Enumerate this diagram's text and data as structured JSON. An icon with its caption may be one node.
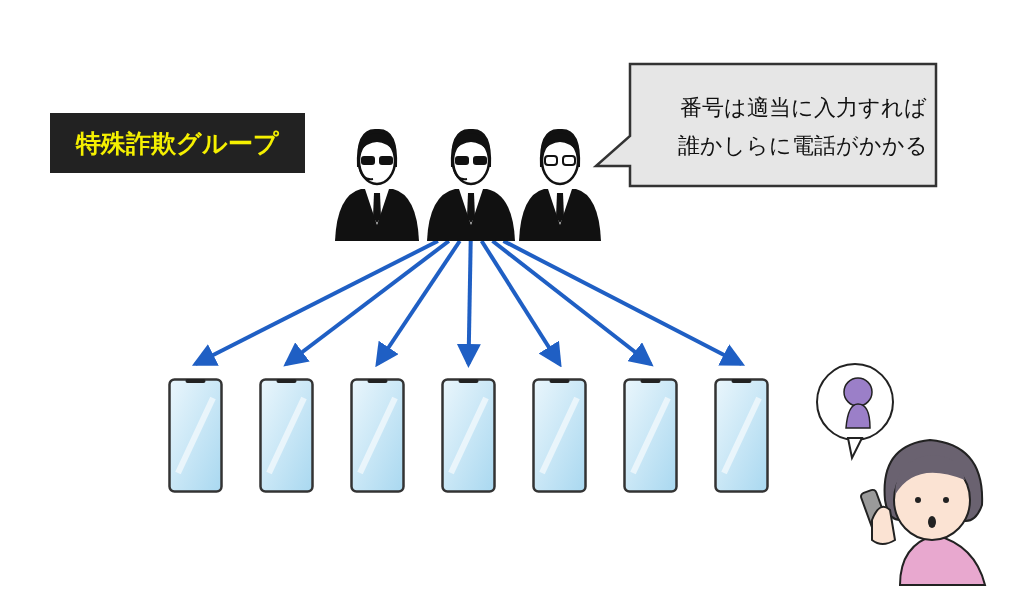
{
  "diagram": {
    "nodes": [
      {
        "text": [
          "特殊詐欺グループ"
        ]
      },
      {
        "text": [],
        "shape": "person"
      },
      {
        "text": [],
        "shape": "person"
      },
      {
        "text": [],
        "shape": "person"
      },
      {
        "text": [
          "番号は適当に入力すれば誰かしらに電話がかかる"
        ]
      },
      {
        "text": [],
        "shape": "picture"
      },
      {
        "text": [],
        "shape": "picture"
      },
      {
        "text": [],
        "shape": "picture"
      },
      {
        "text": [],
        "shape": "picture"
      },
      {
        "text": [],
        "shape": "picture"
      },
      {
        "text": [],
        "shape": "picture"
      },
      {
        "text": [],
        "shape": "picture"
      }
    ],
    "edges": [
      {
        "from": 2,
        "to": 5,
        "arrow": "to"
      },
      {
        "from": 2,
        "to": 6,
        "arrow": "to"
      },
      {
        "from": 2,
        "to": 7,
        "arrow": "to"
      },
      {
        "from": 2,
        "to": 8,
        "arrow": "to"
      },
      {
        "from": 2,
        "to": 9,
        "arrow": "to"
      },
      {
        "from": 2,
        "to": 10,
        "arrow": "to"
      },
      {
        "from": 2,
        "to": 11,
        "arrow": "to"
      }
    ]
  }
}
